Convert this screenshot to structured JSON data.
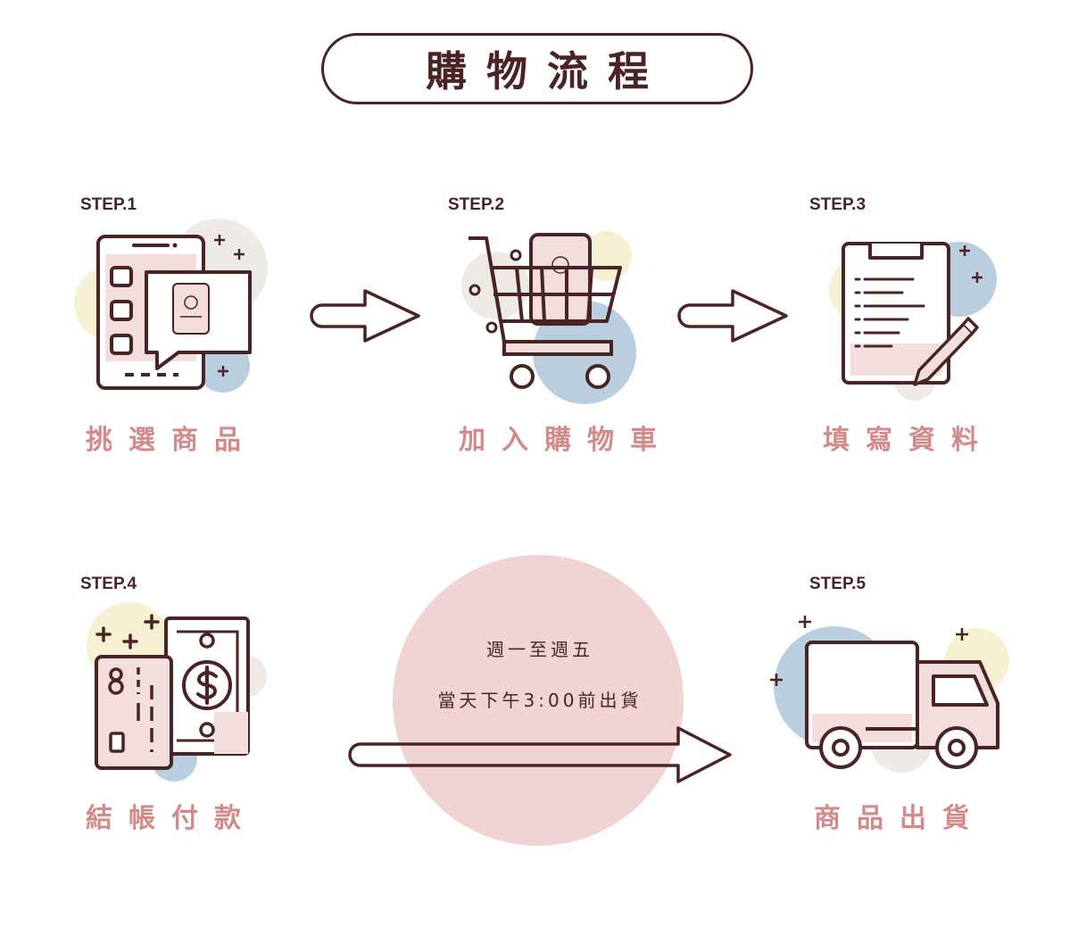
{
  "title": "購物流程",
  "steps": [
    {
      "label": "STEP.1",
      "name": "挑選商品"
    },
    {
      "label": "STEP.2",
      "name": "加入購物車"
    },
    {
      "label": "STEP.3",
      "name": "填寫資料"
    },
    {
      "label": "STEP.4",
      "name": "結帳付款"
    },
    {
      "label": "STEP.5",
      "name": "商品出貨"
    }
  ],
  "shipping_note": {
    "line1": "週一至週五",
    "line2": "當天下午3:00前出貨"
  },
  "colors": {
    "outline": "#4a2424",
    "pink_text": "#d28a8a",
    "pink_fill": "#f3dedd",
    "circle_pink": "#f0d3d3",
    "blue": "#b9cfe0",
    "yellow": "#f7f1d3",
    "gray": "#eeebe6"
  },
  "icons": [
    "smartphone-icon",
    "shopping-cart-icon",
    "clipboard-icon",
    "money-card-icon",
    "delivery-truck-icon",
    "arrow-icon"
  ]
}
